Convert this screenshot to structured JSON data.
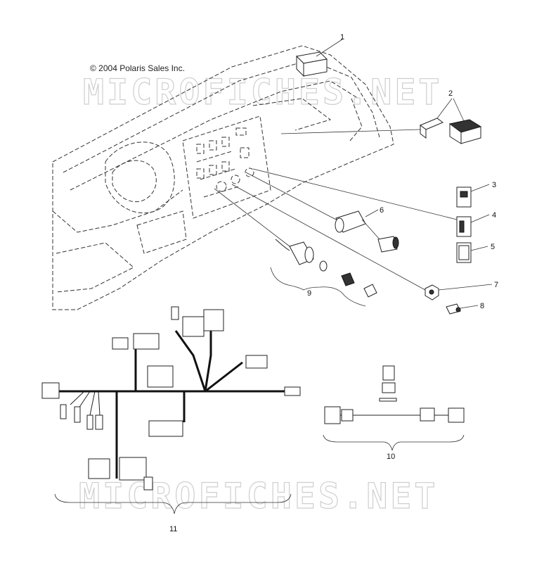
{
  "copyright": "© 2004 Polaris Sales Inc.",
  "watermark": "MICROFICHES.NET",
  "callouts": {
    "c1": "1",
    "c2": "2",
    "c3": "3",
    "c4": "4",
    "c5": "5",
    "c6": "6",
    "c7": "7",
    "c8": "8",
    "c9": "9",
    "c10": "10",
    "c11": "11"
  }
}
